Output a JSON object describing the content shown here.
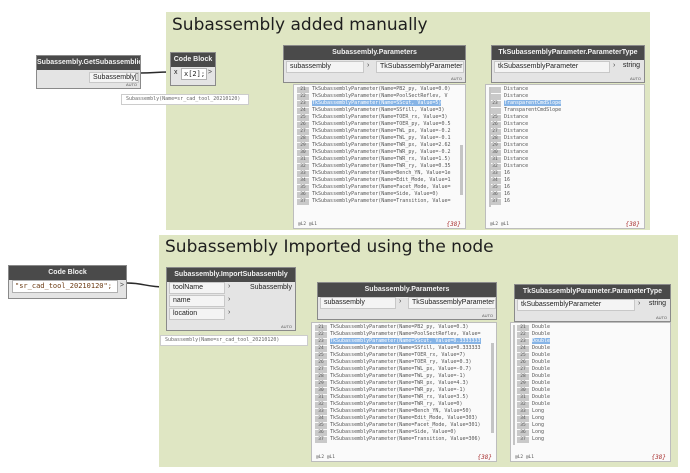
{
  "group_top": {
    "title": "Subassembly added manually"
  },
  "group_bottom": {
    "title": "Subassembly Imported using the node"
  },
  "get_subassemblies": {
    "title": "Subassembly.GetSubassemblies",
    "output": "Subassembly[]",
    "auto": "AUTO"
  },
  "get_subassemblies_preview": "Subassembly(Name=sr_cad_tool_20210120)",
  "code_block_1": {
    "title": "Code Block",
    "code": "x[2];",
    "input": "x",
    "output": ">"
  },
  "params_1": {
    "title": "Subassembly.Parameters",
    "input": "subassembly",
    "output": "TkSubassemblyParameter[]",
    "auto": "AUTO"
  },
  "ptype_1": {
    "title": "TkSubassemblyParameter.ParameterType",
    "input": "tkSubassemblyParameter",
    "output": "string",
    "auto": "AUTO"
  },
  "params_1_preview": {
    "footer": "@L2 @L1",
    "count": "{38}",
    "rows": [
      {
        "i": "21",
        "t": "TkSubassemblyParameter(Name=PB2_py, Value=0.0)"
      },
      {
        "i": "22",
        "t": "TkSubassemblyParameter(Name=PoolSectReflev, V"
      },
      {
        "i": "23",
        "t": "TkSubassemblyParameter(Name=SScut, Value=5)",
        "sel": true
      },
      {
        "i": "24",
        "t": "TkSubassemblyParameter(Name=SSfill, Value=3)"
      },
      {
        "i": "25",
        "t": "TkSubassemblyParameter(Name=TOER_rx, Value=3)"
      },
      {
        "i": "26",
        "t": "TkSubassemblyParameter(Name=TOER_py, Value=0.5"
      },
      {
        "i": "27",
        "t": "TkSubassemblyParameter(Name=TWL_px, Value=-0.2"
      },
      {
        "i": "28",
        "t": "TkSubassemblyParameter(Name=TWL_py, Value=-0.1"
      },
      {
        "i": "29",
        "t": "TkSubassemblyParameter(Name=TWR_px, Value=2.62"
      },
      {
        "i": "30",
        "t": "TkSubassemblyParameter(Name=TWR_py, Value=-0.2"
      },
      {
        "i": "31",
        "t": "TkSubassemblyParameter(Name=TWR_rx, Value=1.5)"
      },
      {
        "i": "32",
        "t": "TkSubassemblyParameter(Name=TWR_ry, Value=0.35"
      },
      {
        "i": "33",
        "t": "TkSubassemblyParameter(Name=Bench_YN, Value=1e"
      },
      {
        "i": "34",
        "t": "TkSubassemblyParameter(Name=Edit_Mode, Value=1"
      },
      {
        "i": "35",
        "t": "TkSubassemblyParameter(Name=Facet_Mode, Value="
      },
      {
        "i": "36",
        "t": "TkSubassemblyParameter(Name=Side, Value=0)"
      },
      {
        "i": "37",
        "t": "TkSubassemblyParameter(Name=Transition, Value="
      }
    ]
  },
  "ptype_1_preview": {
    "footer": "@L2 @L1",
    "count": "{38}",
    "rows": [
      {
        "i": "",
        "t": "Distance"
      },
      {
        "i": "",
        "t": "Distance"
      },
      {
        "i": "23",
        "t": "TransparentCmdSlope",
        "sel": true
      },
      {
        "i": "",
        "t": "TransparentCmdSlope"
      },
      {
        "i": "25",
        "t": "Distance"
      },
      {
        "i": "26",
        "t": "Distance"
      },
      {
        "i": "27",
        "t": "Distance"
      },
      {
        "i": "28",
        "t": "Distance"
      },
      {
        "i": "29",
        "t": "Distance"
      },
      {
        "i": "30",
        "t": "Distance"
      },
      {
        "i": "31",
        "t": "Distance"
      },
      {
        "i": "32",
        "t": "Distance"
      },
      {
        "i": "33",
        "t": "16"
      },
      {
        "i": "34",
        "t": "16"
      },
      {
        "i": "35",
        "t": "16"
      },
      {
        "i": "36",
        "t": "16"
      },
      {
        "i": "37",
        "t": "16"
      }
    ]
  },
  "code_block_2": {
    "title": "Code Block",
    "code": "\"sr_cad_tool_20210120\";",
    "output": ">"
  },
  "import_node": {
    "title": "Subassembly.ImportSubassembly",
    "inputs": [
      "toolName",
      "name",
      "location"
    ],
    "output": "Subassembly",
    "auto": "AUTO"
  },
  "import_preview": "Subassembly(Name=sr_cad_tool_20210120)",
  "params_2": {
    "title": "Subassembly.Parameters",
    "input": "subassembly",
    "output": "TkSubassemblyParameter[]",
    "auto": "AUTO"
  },
  "ptype_2": {
    "title": "TkSubassemblyParameter.ParameterType",
    "input": "tkSubassemblyParameter",
    "output": "string",
    "auto": "AUTO"
  },
  "params_2_preview": {
    "footer": "@L2 @L1",
    "count": "{38}",
    "rows": [
      {
        "i": "21",
        "t": "TkSubassemblyParameter(Name=PB2_py, Value=0.3)"
      },
      {
        "i": "22",
        "t": "TkSubassemblyParameter(Name=PoolSectReflev, Value="
      },
      {
        "i": "23",
        "t": "TkSubassemblyParameter(Name=SScut, Value=0.3333333",
        "sel": true
      },
      {
        "i": "24",
        "t": "TkSubassemblyParameter(Name=SSfill, Value=0.333333"
      },
      {
        "i": "25",
        "t": "TkSubassemblyParameter(Name=TOER_rx, Value=7)"
      },
      {
        "i": "26",
        "t": "TkSubassemblyParameter(Name=TOER_ry, Value=0.3)"
      },
      {
        "i": "27",
        "t": "TkSubassemblyParameter(Name=TWL_px, Value=-0.7)"
      },
      {
        "i": "28",
        "t": "TkSubassemblyParameter(Name=TWL_py, Value=-1)"
      },
      {
        "i": "29",
        "t": "TkSubassemblyParameter(Name=TWR_px, Value=4.3)"
      },
      {
        "i": "30",
        "t": "TkSubassemblyParameter(Name=TWR_py, Value=-1)"
      },
      {
        "i": "31",
        "t": "TkSubassemblyParameter(Name=TWR_rx, Value=3.5)"
      },
      {
        "i": "32",
        "t": "TkSubassemblyParameter(Name=TWR_ry, Value=0)"
      },
      {
        "i": "33",
        "t": "TkSubassemblyParameter(Name=Bench_YN, Value=50)"
      },
      {
        "i": "34",
        "t": "TkSubassemblyParameter(Name=Edit_Mode, Value=303)"
      },
      {
        "i": "35",
        "t": "TkSubassemblyParameter(Name=Facet_Mode, Value=301)"
      },
      {
        "i": "36",
        "t": "TkSubassemblyParameter(Name=Side, Value=0)"
      },
      {
        "i": "37",
        "t": "TkSubassemblyParameter(Name=Transition, Value=306)"
      }
    ]
  },
  "ptype_2_preview": {
    "footer": "@L2 @L1",
    "count": "{38}",
    "rows": [
      {
        "i": "21",
        "t": "Double"
      },
      {
        "i": "22",
        "t": "Double"
      },
      {
        "i": "23",
        "t": "Double",
        "sel": true
      },
      {
        "i": "24",
        "t": "Double"
      },
      {
        "i": "25",
        "t": "Double"
      },
      {
        "i": "26",
        "t": "Double"
      },
      {
        "i": "27",
        "t": "Double"
      },
      {
        "i": "28",
        "t": "Double"
      },
      {
        "i": "29",
        "t": "Double"
      },
      {
        "i": "30",
        "t": "Double"
      },
      {
        "i": "31",
        "t": "Double"
      },
      {
        "i": "32",
        "t": "Double"
      },
      {
        "i": "33",
        "t": "Long"
      },
      {
        "i": "34",
        "t": "Long"
      },
      {
        "i": "35",
        "t": "Long"
      },
      {
        "i": "36",
        "t": "Long"
      },
      {
        "i": "37",
        "t": "Long"
      }
    ]
  }
}
